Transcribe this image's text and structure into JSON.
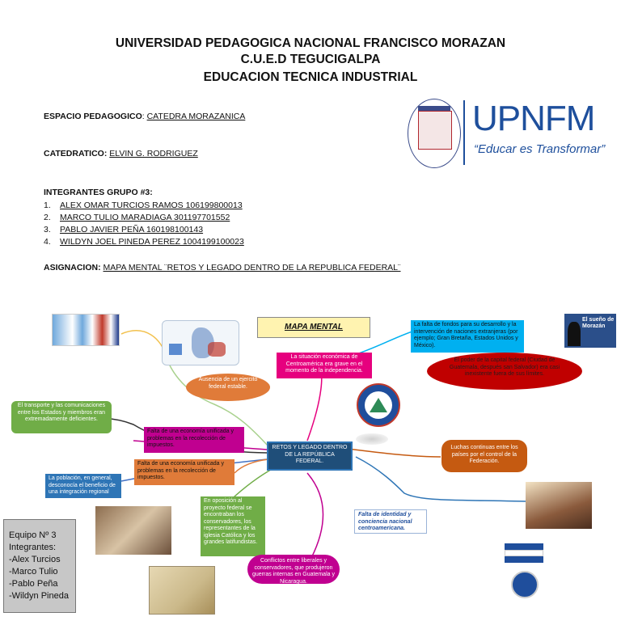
{
  "header": {
    "line1": "UNIVERSIDAD PEDAGOGICA NACIONAL FRANCISCO MORAZAN",
    "line2": "C.U.E.D TEGUCIGALPA",
    "line3": "EDUCACION TECNICA INDUSTRIAL"
  },
  "info": {
    "espacio_label": "ESPACIO PEDAGOGICO",
    "espacio_value": "CATEDRA MORAZANICA",
    "catedratico_label": "CATEDRATICO:",
    "catedratico_value": "ELVIN G. RODRIGUEZ",
    "integrantes_label": "INTEGRANTES GRUPO #3:",
    "members": [
      {
        "num": "1.",
        "text": "ALEX OMAR TURCIOS RAMOS 106199800013"
      },
      {
        "num": "2.",
        "text": "MARCO TULIO MARADIAGA 301197701552"
      },
      {
        "num": "3.",
        "text": "PABLO JAVIER PEÑA 160198100143"
      },
      {
        "num": "4.",
        "text": "WILDYN JOEL PINEDA PEREZ 1004199100023"
      }
    ],
    "asignacion_label": "ASIGNACION:",
    "asignacion_value": "MAPA MENTAL ¨RETOS Y LEGADO DENTRO DE LA REPUBLICA FEDERAL¨"
  },
  "logo": {
    "name": "UPNFM",
    "slogan": "“Educar es Transformar”"
  },
  "map": {
    "title": "MAPA MENTAL",
    "center": "RETOS Y LEGADO DENTRO DE LA REPÚBLICA FEDERAL.",
    "n_situacion": "La situación económica de Centroamérica era grave en el momento de la independencia.",
    "n_ejercito": "Ausencia de un ejercito federal estable.",
    "n_transporte": "El transporte y las comunicaciones entre los Estados y miembros eran extremadamente deficientes.",
    "n_economia1": "Falta de una economía unificada y problemas en la recolección de impuestos.",
    "n_economia2": "Falta de una economía unificada y problemas en la recolección de impuestos.",
    "n_poblacion": "La población, en general, desconocía el beneficio de una integración regional",
    "n_oposicion": "En oposición al proyecto federal se encontraban los conservadores, los representantes de la iglesia Católica y los grandes latifundistas.",
    "n_conflictos": "Conflictos entre liberales y conservadores, que produjeron guerras internas en Guatemala y Nicaragua.",
    "n_fondos": "La falta de fondos para su desarrollo y la intervención de naciones extranjeras (por ejemplo; Gran Bretaña, Estados Unidos y México).",
    "n_poder": "El poder de la capital federal (Ciudad de Guatemala, después san Salvador) era casi inexistente fuera de sus límites.",
    "n_luchas": "Luchas continuas entre los países por el control de la Federación.",
    "n_identidad": "Falta de identidad y conciencia nacional centroamericana.",
    "img_morazan_label": "El sueño de Morazán"
  },
  "legend": {
    "l1": "Equipo Nº 3",
    "l2": "Integrantes:",
    "l3": "-Alex Turcios",
    "l4": "-Marco Tulio",
    "l5": "-Pablo Peña",
    "l6": "-Wildyn Pineda"
  }
}
